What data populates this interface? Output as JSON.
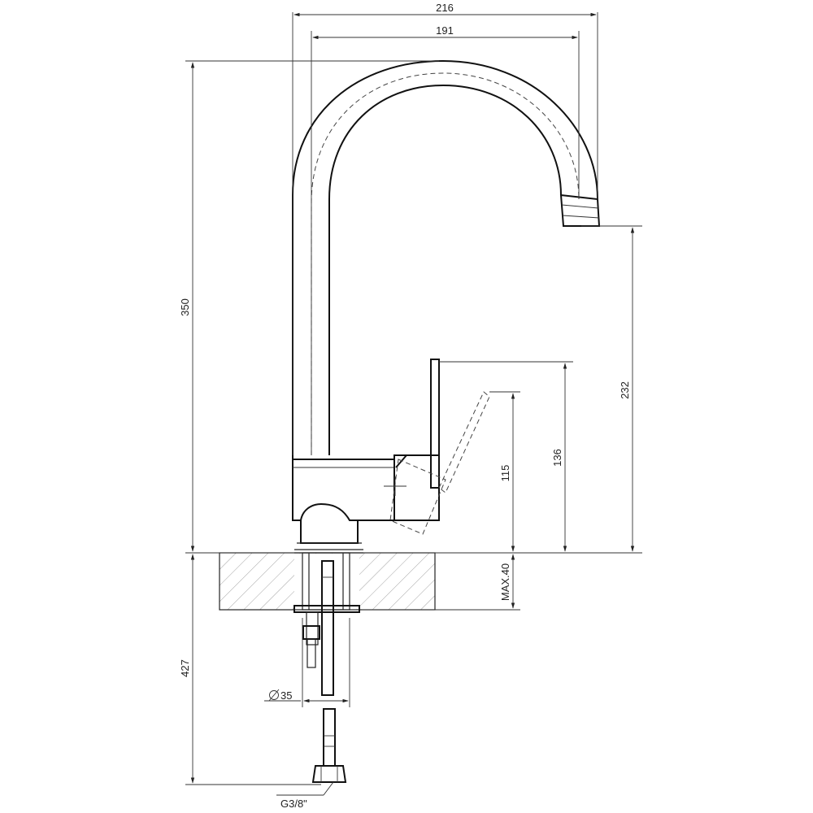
{
  "dimensions": {
    "total_width": "216",
    "spout_reach": "191",
    "total_height": "350",
    "spout_height": "232",
    "lever_height": "136",
    "body_height": "115",
    "max_thickness": "MAX.40",
    "hose_length": "427",
    "mount_diameter": "35",
    "connection_thread": "G3/8\""
  },
  "icons": {
    "diameter": "diameter-icon"
  }
}
